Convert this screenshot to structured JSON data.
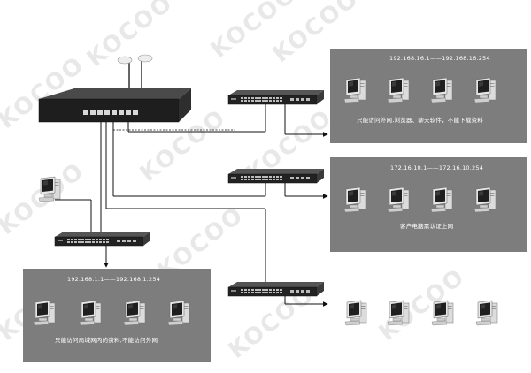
{
  "watermark": "KOCOO",
  "zones": {
    "top": {
      "range": "192.168.16.1——192.168.16.254",
      "note": "只能访问外网,浏览器、聊天软件，不能下载资料"
    },
    "middle": {
      "range": "172.16.10.1——172.16.10.254",
      "note": "客户电脑需认证上网"
    },
    "left": {
      "range": "192.168.1.1——192.168.1.254",
      "note": "只能访问局域网内的资料,不能访问外网"
    }
  },
  "colors": {
    "zone_fill": "#7d7d7d",
    "zone_text": "#ffffff",
    "device_dark": "#1c1c1c",
    "cable": "#111111",
    "watermark": "#969696"
  }
}
